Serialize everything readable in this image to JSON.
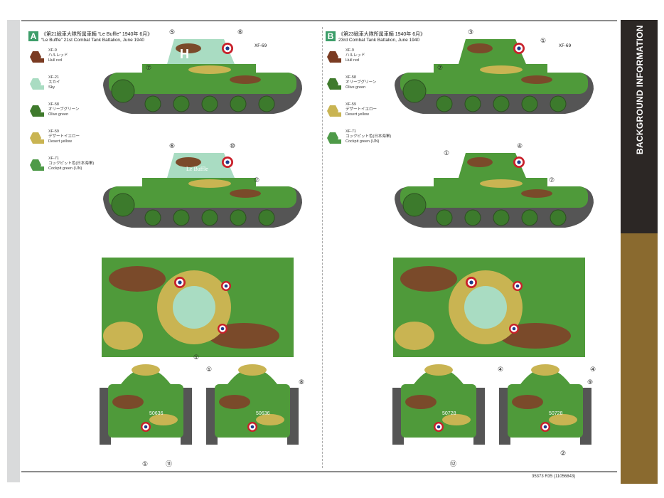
{
  "sections": [
    {
      "badge": "A",
      "title_jp": "《第21戦車大隊所属車輌 “Le Buffle” 1940年 6月》",
      "title_en": "“Le Buffle” 21st Combat Tank Battalion, June 1940",
      "paints": [
        {
          "code": "XF-9",
          "jp": "ハルレッド",
          "en": "Hull red",
          "color": "#7a3b22"
        },
        {
          "code": "XF-21",
          "jp": "スカイ",
          "en": "Sky",
          "color": "#a9dcc2"
        },
        {
          "code": "XF-58",
          "jp": "オリーブグリーン",
          "en": "Olive green",
          "color": "#3f7a2c"
        },
        {
          "code": "XF-59",
          "jp": "デザートイエロー",
          "en": "Desert yellow",
          "color": "#c9b452"
        },
        {
          "code": "XF-71",
          "jp": "コックピット色(日本海軍)",
          "en": "Cockpit green (IJN)",
          "color": "#4e9a48"
        }
      ],
      "callouts": [
        "⑤",
        "⑥",
        "XF-69",
        "⑦",
        "⑥",
        "⑩",
        "⑦",
        "①",
        "①",
        "⑪",
        "①",
        "⑧"
      ],
      "markings": [
        "H",
        "Le Buffle",
        "50636",
        "50636"
      ]
    },
    {
      "badge": "B",
      "title_jp": "《第23戦車大隊所属車輌 1940年 6月》",
      "title_en": "23rd Combat Tank Battalion, June 1940",
      "paints": [
        {
          "code": "XF-9",
          "jp": "ハルレッド",
          "en": "Hull red",
          "color": "#7a3b22"
        },
        {
          "code": "XF-58",
          "jp": "オリーブグリーン",
          "en": "Olive green",
          "color": "#3f7a2c"
        },
        {
          "code": "XF-59",
          "jp": "デザートイエロー",
          "en": "Desert yellow",
          "color": "#c9b452"
        },
        {
          "code": "XF-71",
          "jp": "コックピット色(日本海軍)",
          "en": "Cockpit green (IJN)",
          "color": "#4e9a48"
        }
      ],
      "callouts": [
        "③",
        "①",
        "XF-69",
        "⑦",
        "①",
        "④",
        "⑦",
        "④",
        "④",
        "⑨",
        "②",
        "⑫"
      ],
      "markings": [
        "50728",
        "50728"
      ]
    }
  ],
  "sidebar": {
    "label": "BACKGROUND INFORMATION",
    "top_color": "#2c2725",
    "bottom_color": "#8a6a2f"
  },
  "footer": {
    "code": "35373  R35 (11056843)"
  }
}
